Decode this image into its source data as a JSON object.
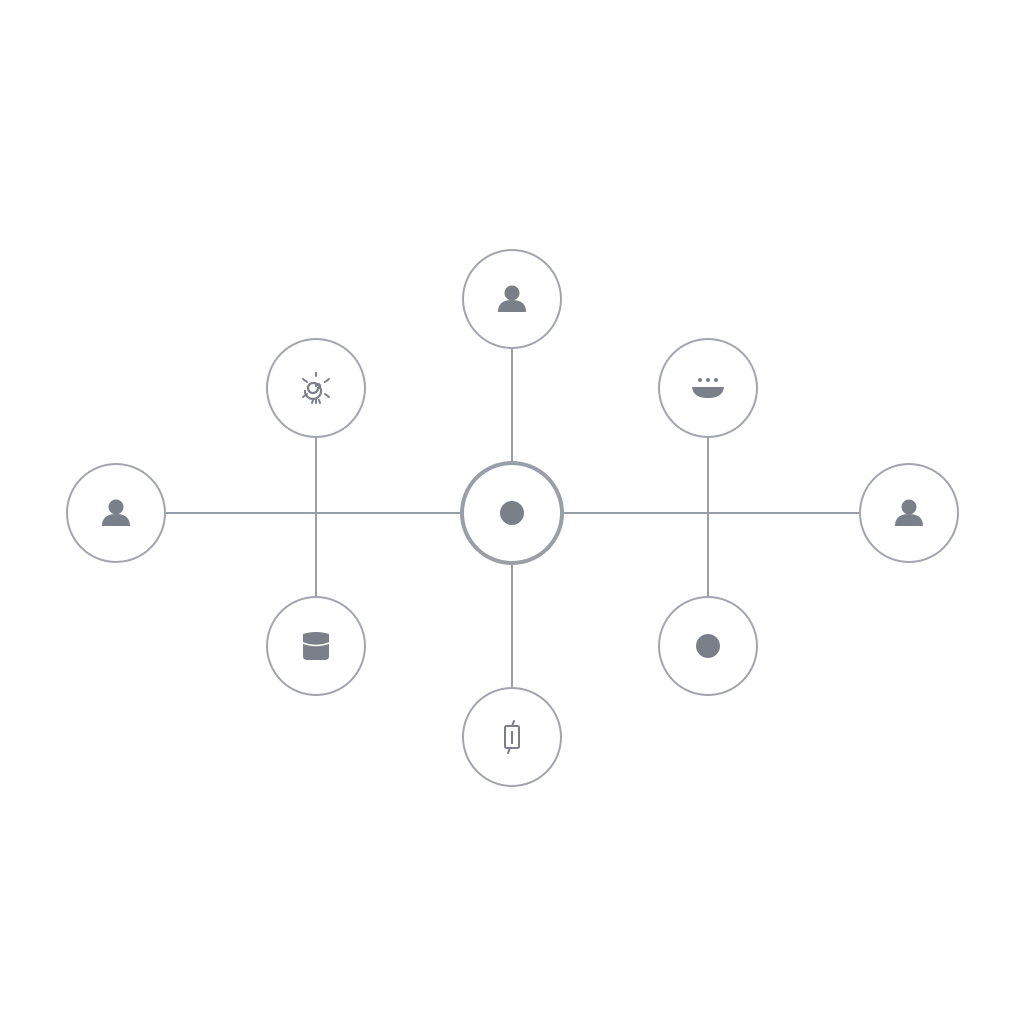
{
  "caption": "",
  "colors": {
    "background": "#ffffff",
    "stroke": "#a2a5ad",
    "connector": "#9a9ea6",
    "icon": "#7b7f8a",
    "node_fill": "#ffffff",
    "hub_stroke": "#9a9ea6"
  },
  "hub": {
    "id": "hub",
    "icon": "dot-icon"
  },
  "nodes": [
    {
      "id": "top",
      "icon": "person-icon"
    },
    {
      "id": "upper-left",
      "icon": "sun-spiral-icon"
    },
    {
      "id": "upper-right",
      "icon": "bowl-icon"
    },
    {
      "id": "left",
      "icon": "person-icon"
    },
    {
      "id": "right",
      "icon": "person-icon"
    },
    {
      "id": "lower-left",
      "icon": "bag-icon"
    },
    {
      "id": "lower-right",
      "icon": "dot-icon"
    },
    {
      "id": "bottom",
      "icon": "battery-icon"
    }
  ]
}
